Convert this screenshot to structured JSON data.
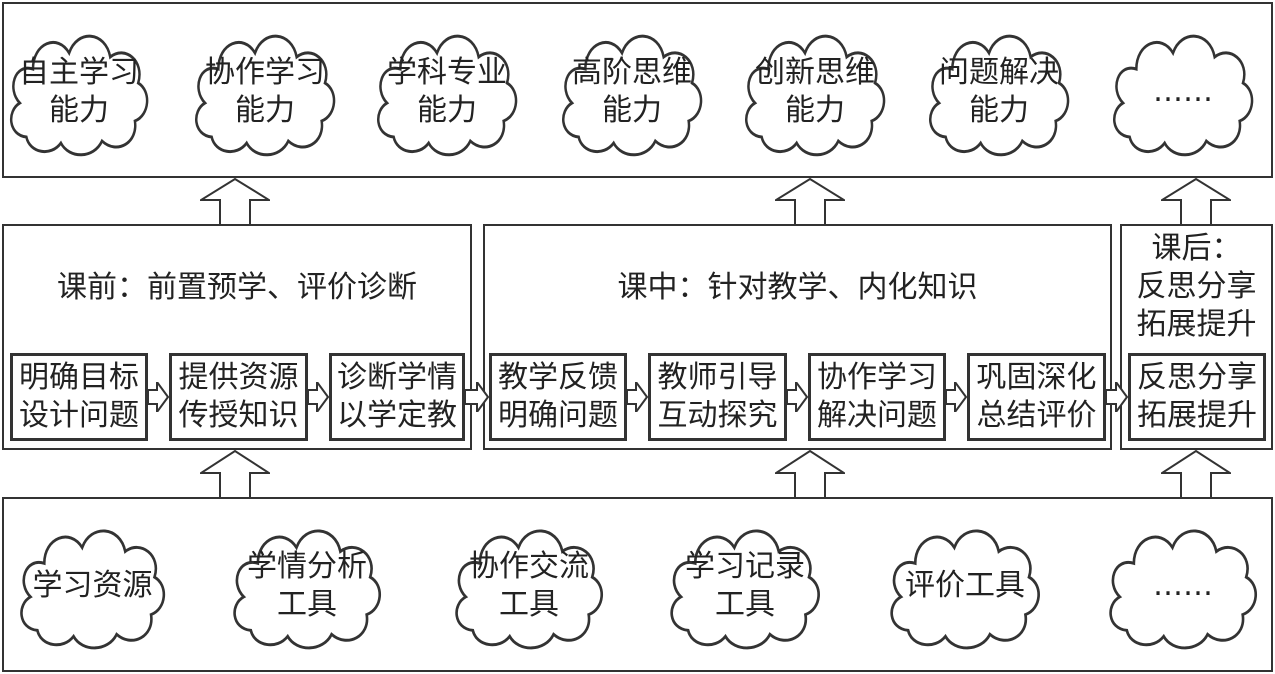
{
  "top_clouds": [
    {
      "lines": [
        "自主学习",
        "能力"
      ]
    },
    {
      "lines": [
        "协作学习",
        "能力"
      ]
    },
    {
      "lines": [
        "学科专业",
        "能力"
      ]
    },
    {
      "lines": [
        "高阶思维",
        "能力"
      ]
    },
    {
      "lines": [
        "创新思维",
        "能力"
      ]
    },
    {
      "lines": [
        "问题解决",
        "能力"
      ]
    },
    {
      "lines": [
        "……"
      ]
    }
  ],
  "stages": {
    "pre": {
      "title": "课前：前置预学、评价诊断",
      "steps": [
        {
          "lines": [
            "明确目标",
            "设计问题"
          ]
        },
        {
          "lines": [
            "提供资源",
            "传授知识"
          ]
        },
        {
          "lines": [
            "诊断学情",
            "以学定教"
          ]
        }
      ]
    },
    "in": {
      "title": "课中：针对教学、内化知识",
      "steps": [
        {
          "lines": [
            "教学反馈",
            "明确问题"
          ]
        },
        {
          "lines": [
            "教师引导",
            "互动探究"
          ]
        },
        {
          "lines": [
            "协作学习",
            "解决问题"
          ]
        },
        {
          "lines": [
            "巩固深化",
            "总结评价"
          ]
        }
      ]
    },
    "post": {
      "title_lines": [
        "课后：",
        "反思分享",
        "拓展提升"
      ],
      "steps": [
        {
          "lines": [
            "反思分享",
            "拓展提升"
          ]
        }
      ]
    }
  },
  "bottom_clouds": [
    {
      "lines": [
        "学习资源"
      ]
    },
    {
      "lines": [
        "学情分析",
        "工具"
      ]
    },
    {
      "lines": [
        "协作交流",
        "工具"
      ]
    },
    {
      "lines": [
        "学习记录",
        "工具"
      ]
    },
    {
      "lines": [
        "评价工具"
      ]
    },
    {
      "lines": [
        "……"
      ]
    }
  ]
}
